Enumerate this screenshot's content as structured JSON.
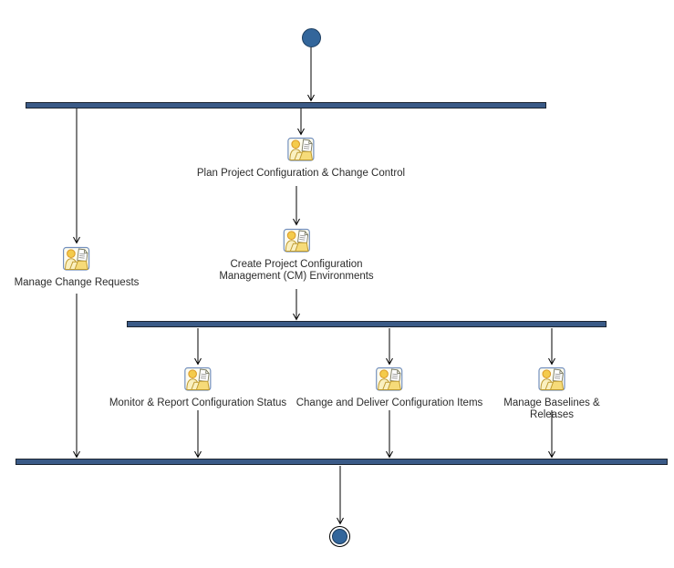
{
  "colors": {
    "background": "#FFFFFF",
    "node_fill": "#33669B",
    "node_border": "#1C3D5F",
    "bar_fill": "#3A5A87",
    "bar_border": "#1B2430",
    "edge": "#000000",
    "text": "#2B2B2B",
    "icon_background": "#FEFCEE",
    "icon_border": "#7390BE",
    "icon_head": "#F4CB4B",
    "icon_head_stroke": "#DB9A26",
    "icon_body": "#FAF0C0",
    "icon_folder": "#F6DB79",
    "icon_outline": "#BE9A30",
    "icon_doc_outline": "#77775E",
    "icon_doc_line": "#9A9A9A"
  },
  "nodes": {
    "start": {
      "name": "initial-node"
    },
    "end": {
      "name": "activity-final-node"
    }
  },
  "bars": [
    {
      "id": "fork-top",
      "name": "fork-bar-top"
    },
    {
      "id": "fork-middle",
      "name": "fork-bar-middle"
    },
    {
      "id": "join-bottom",
      "name": "join-bar-bottom"
    }
  ],
  "activities": [
    {
      "id": "plan-project-configuration",
      "label": "Plan Project Configuration & Change Control",
      "icon": "workers-document-icon"
    },
    {
      "id": "manage-change-requests",
      "label": "Manage Change Requests",
      "icon": "workers-document-icon"
    },
    {
      "id": "create-cm-environments",
      "label": "Create Project Configuration\nManagement (CM) Environments",
      "icon": "workers-document-icon"
    },
    {
      "id": "monitor-report-configuration-status",
      "label": "Monitor & Report Configuration Status",
      "icon": "workers-document-icon"
    },
    {
      "id": "change-deliver-configuration-items",
      "label": "Change and Deliver Configuration Items",
      "icon": "workers-document-icon"
    },
    {
      "id": "manage-baselines-releases",
      "label": "Manage Baselines & Releases",
      "icon": "workers-document-icon"
    }
  ],
  "flows": [
    {
      "from": "initial-node",
      "to": "fork-top"
    },
    {
      "from": "fork-top",
      "to": "plan-project-configuration"
    },
    {
      "from": "fork-top",
      "to": "manage-change-requests"
    },
    {
      "from": "plan-project-configuration",
      "to": "create-cm-environments"
    },
    {
      "from": "create-cm-environments",
      "to": "fork-middle"
    },
    {
      "from": "fork-middle",
      "to": "monitor-report-configuration-status"
    },
    {
      "from": "fork-middle",
      "to": "change-deliver-configuration-items"
    },
    {
      "from": "fork-middle",
      "to": "manage-baselines-releases"
    },
    {
      "from": "manage-change-requests",
      "to": "join-bottom"
    },
    {
      "from": "monitor-report-configuration-status",
      "to": "join-bottom"
    },
    {
      "from": "change-deliver-configuration-items",
      "to": "join-bottom"
    },
    {
      "from": "manage-baselines-releases",
      "to": "join-bottom"
    },
    {
      "from": "join-bottom",
      "to": "activity-final-node"
    }
  ]
}
